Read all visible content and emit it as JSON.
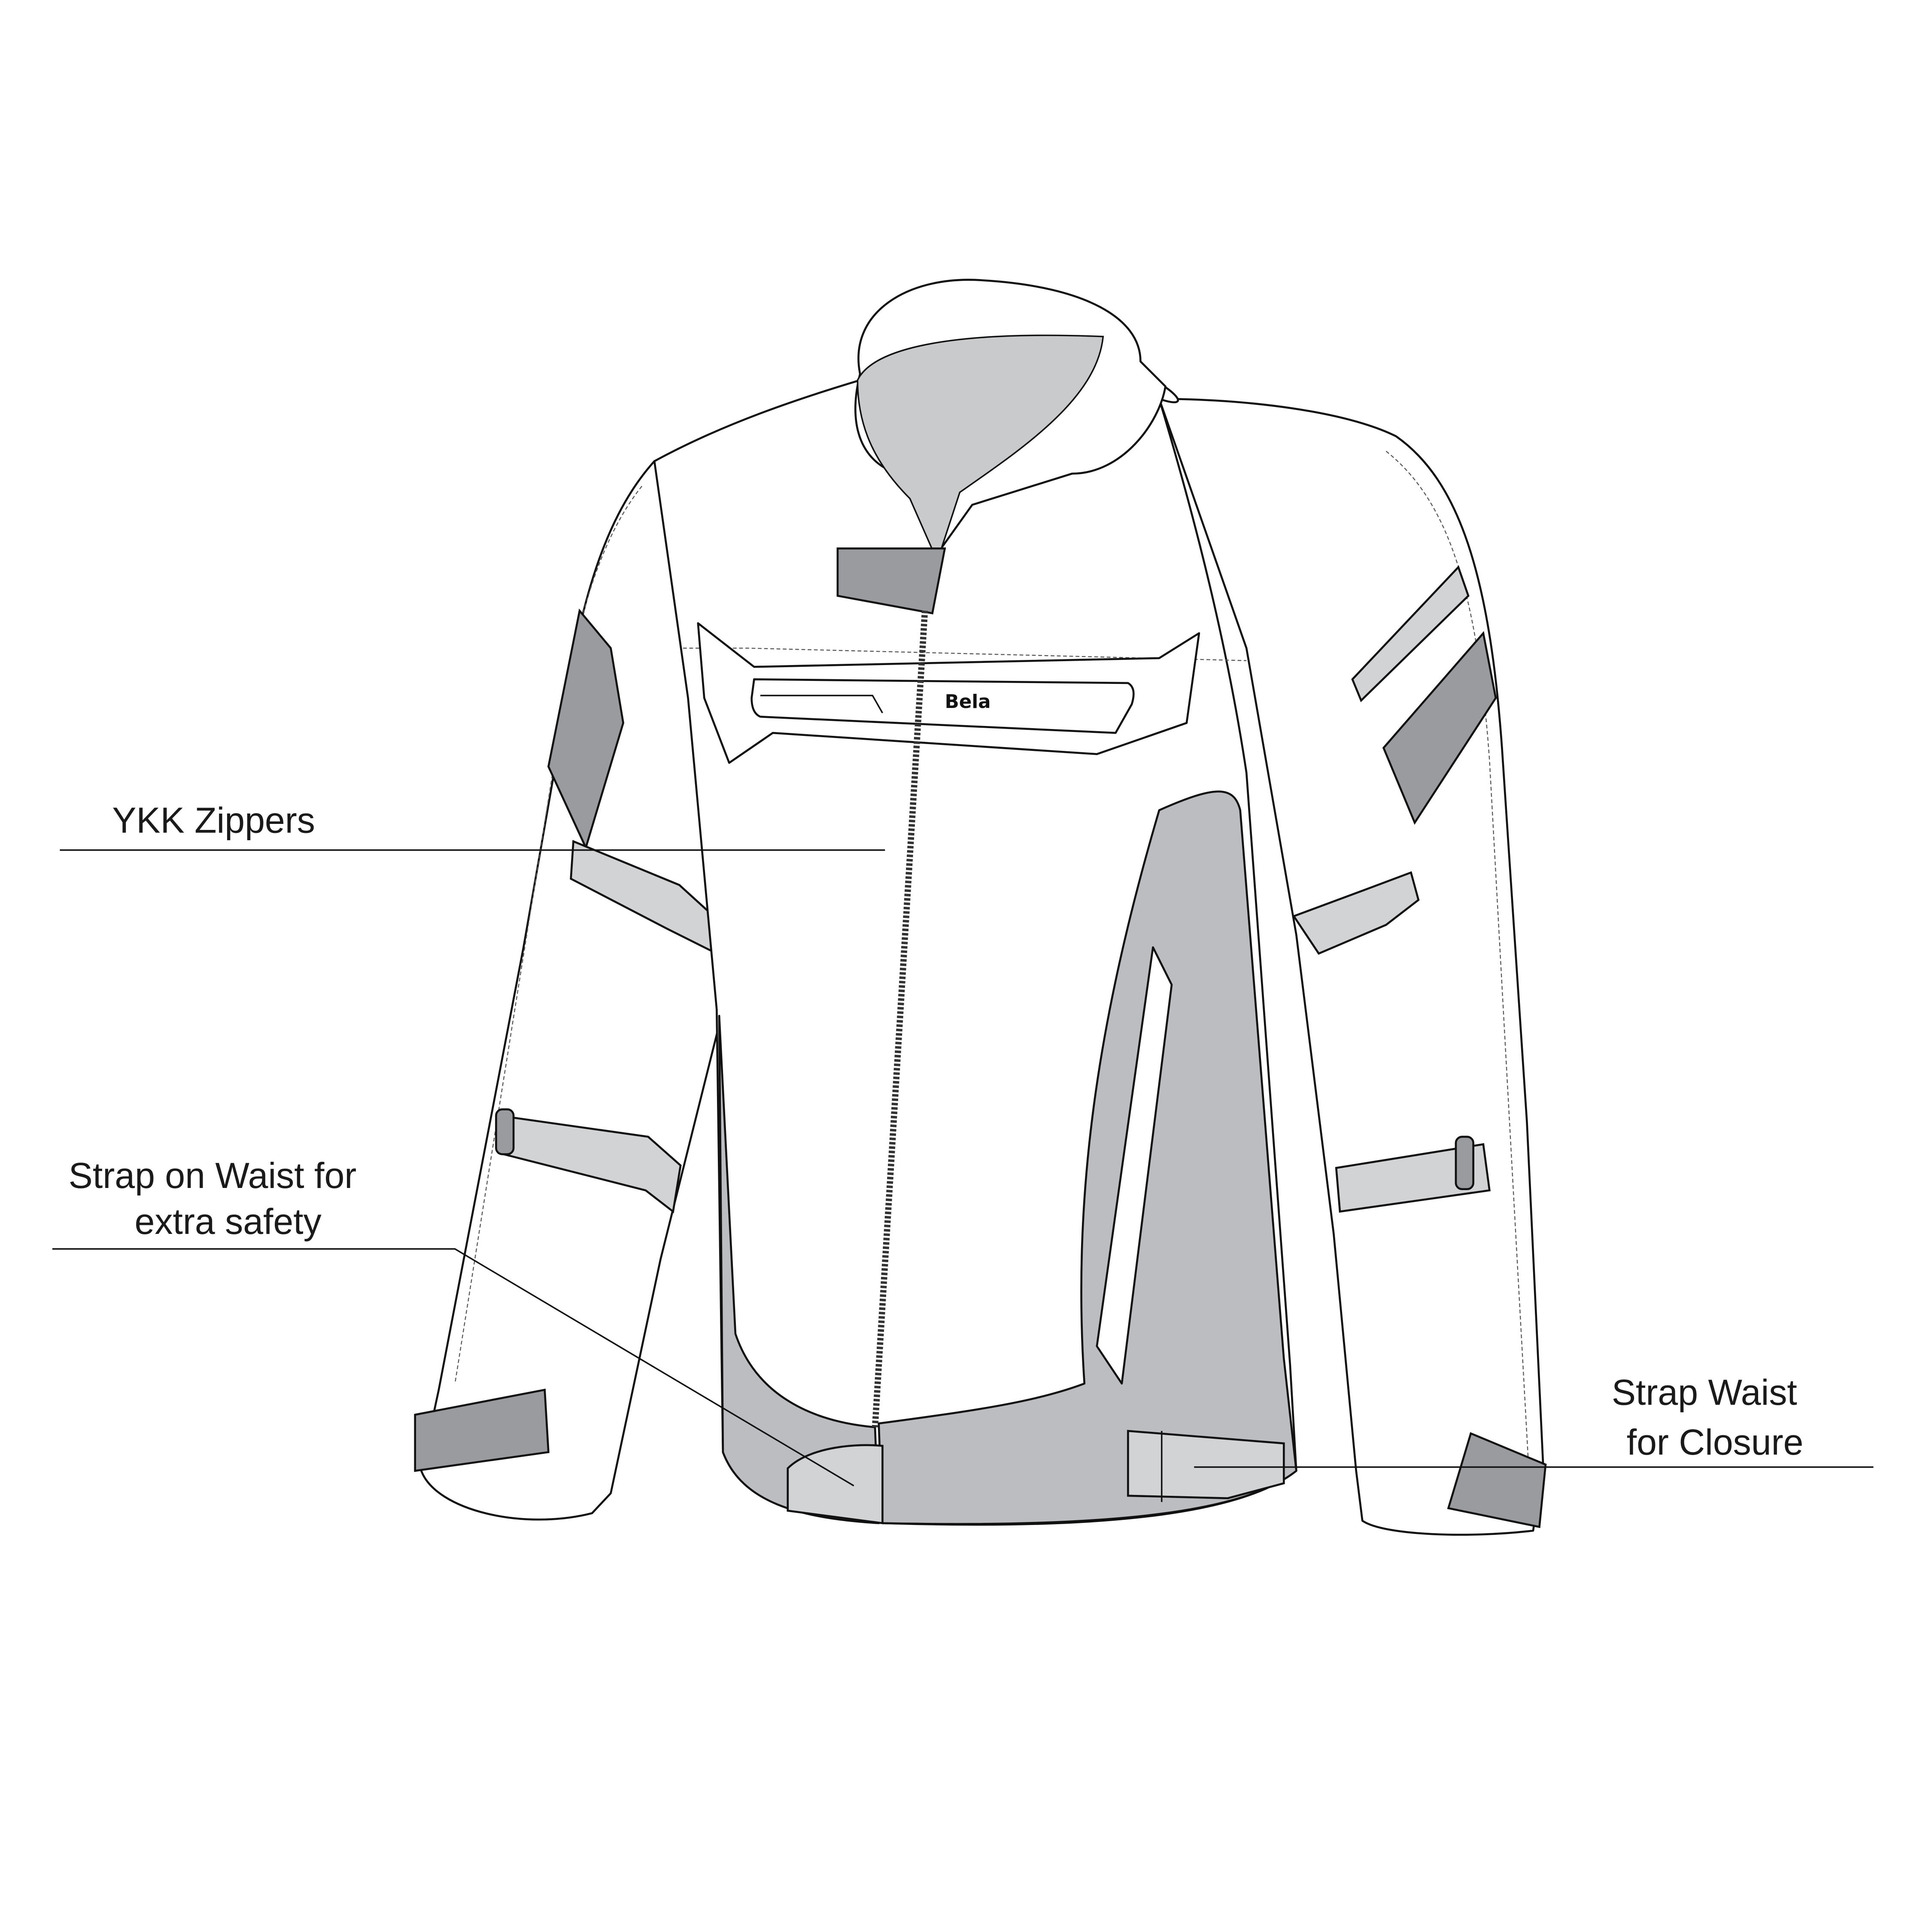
{
  "product": {
    "brand_logo": "Bela",
    "colors": {
      "panel_grey": "#bcbdc0",
      "strap_grey": "#a9aaad",
      "cuff_dark": "#9a9b9e",
      "outline": "#111111"
    }
  },
  "callouts": [
    {
      "id": "ykk-zippers",
      "lines": [
        "YKK Zippers"
      ]
    },
    {
      "id": "strap-on-waist",
      "lines": [
        "Strap on Waist for",
        "extra safety"
      ]
    },
    {
      "id": "strap-waist-closure",
      "lines": [
        "Strap Waist",
        "for Closure"
      ]
    }
  ]
}
